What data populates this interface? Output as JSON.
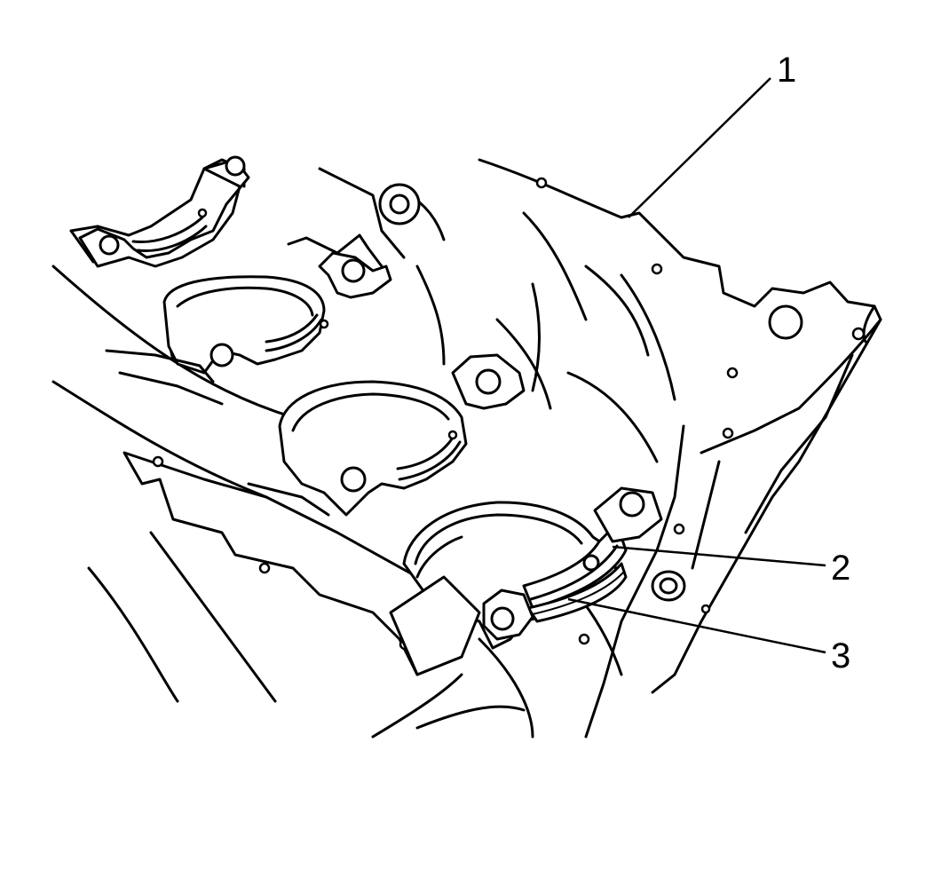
{
  "callouts": [
    {
      "label": "1",
      "part": "engine-block"
    },
    {
      "label": "2",
      "part": "upper-bearing-shell"
    },
    {
      "label": "3",
      "part": "thrust-bearing-flange"
    }
  ]
}
